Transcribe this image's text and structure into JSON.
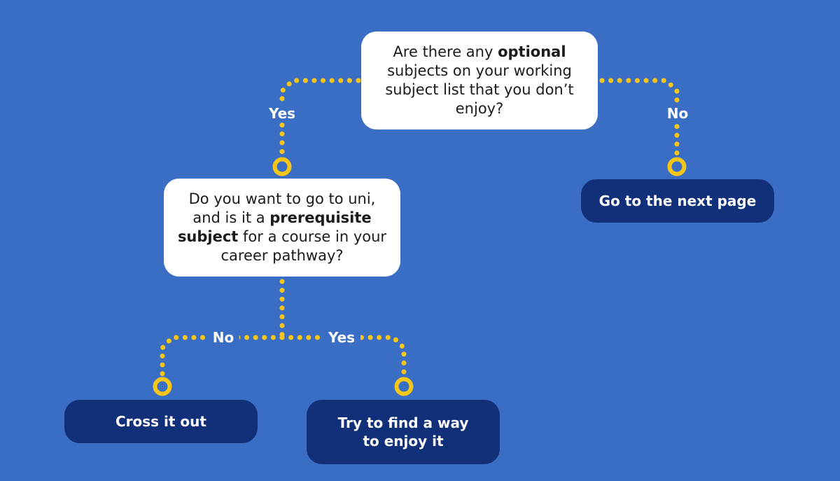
{
  "colors": {
    "background": "#3a6dc4",
    "question_box": "#ffffff",
    "answer_box": "#12307a",
    "connector": "#f5c518"
  },
  "q1": {
    "pre": "Are there any ",
    "bold": "optional",
    "post": " subjects on your working subject list that you don’t enjoy?"
  },
  "q2": {
    "pre": "Do you want to go to uni, and is it a ",
    "bold": "prerequisite subject",
    "post": " for a course in your career pathway?"
  },
  "labels": {
    "q1_yes": "Yes",
    "q1_no": "No",
    "q2_no": "No",
    "q2_yes": "Yes"
  },
  "outcomes": {
    "next_page": "Go to the next page",
    "cross_out": "Cross it out",
    "enjoy_line1": "Try to find a way",
    "enjoy_line2": "to enjoy it"
  }
}
